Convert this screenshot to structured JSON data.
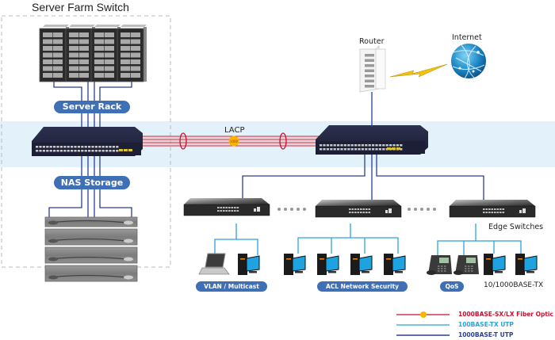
{
  "title": "Server Farm Switch",
  "labels": {
    "server_rack": "Server Rack",
    "nas_storage": "NAS Storage",
    "lacp": "LACP",
    "lacp_badge": "1000",
    "router": "Router",
    "internet": "Internet",
    "edge_switches": "Edge Switches",
    "vlan_multicast": "VLAN / Multicast",
    "acl_security": "ACL Network Security",
    "qos": "QoS",
    "port_type": "10/1000BASE-TX"
  },
  "legend": [
    {
      "label": "1000BASE-SX/LX Fiber Optic",
      "color": "#c8102e",
      "icon": "fiber-badge-icon"
    },
    {
      "label": "100BASE-TX UTP",
      "color": "#29a3d9",
      "icon": "line-icon"
    },
    {
      "label": "1000BASE-T UTP",
      "color": "#2b3f93",
      "icon": "line-icon"
    }
  ],
  "colors": {
    "fiber": "#d0202e",
    "utp100": "#29a3d9",
    "utp1000": "#2b3f93",
    "band": "#e3f1fa",
    "pill": "#3f6fb4",
    "lightning": "#f4c20d"
  }
}
